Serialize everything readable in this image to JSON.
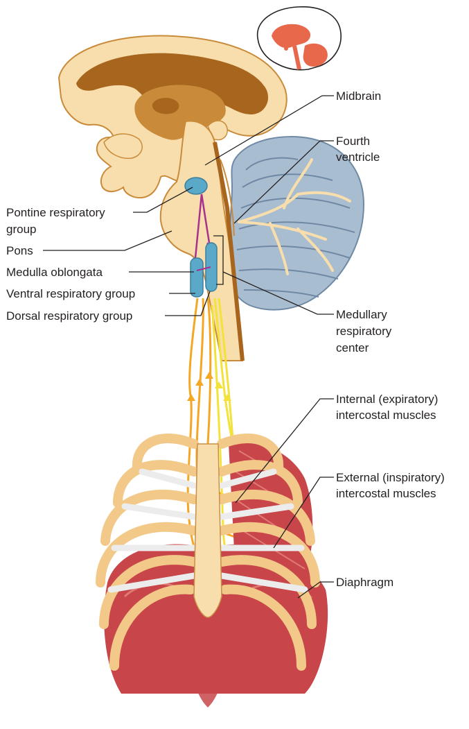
{
  "labels": {
    "midbrain": "Midbrain",
    "fourth_ventricle_1": "Fourth",
    "fourth_ventricle_2": "ventricle",
    "pontine_1": "Pontine respiratory",
    "pontine_2": "group",
    "pons": "Pons",
    "medulla": "Medulla oblongata",
    "ventral": "Ventral respiratory group",
    "dorsal": "Dorsal respiratory group",
    "medullary_1": "Medullary",
    "medullary_2": "respiratory",
    "medullary_3": "center",
    "internal_1": "Internal (expiratory)",
    "internal_2": "intercostal muscles",
    "external_1": "External (inspiratory)",
    "external_2": "intercostal muscles",
    "diaphragm": "Diaphragm"
  },
  "colors": {
    "brain_fill": "#f7deac",
    "brain_dark": "#a8651e",
    "brain_mid": "#c98a3a",
    "cerebellum": "#a9bdd0",
    "cerebellum_dark": "#6f89a4",
    "rib": "#f3c98a",
    "rib_outline": "#c98f45",
    "cartilage": "#ececec",
    "muscle": "#c8454a",
    "muscle_light": "#e07a74",
    "nerve_orange": "#f5a623",
    "nerve_yellow": "#f2e23a",
    "pontine_nerve": "#a8308f",
    "respiratory_group": "#5aa9c9",
    "leader_line": "#231f20",
    "inset_highlight": "#e8684b"
  }
}
